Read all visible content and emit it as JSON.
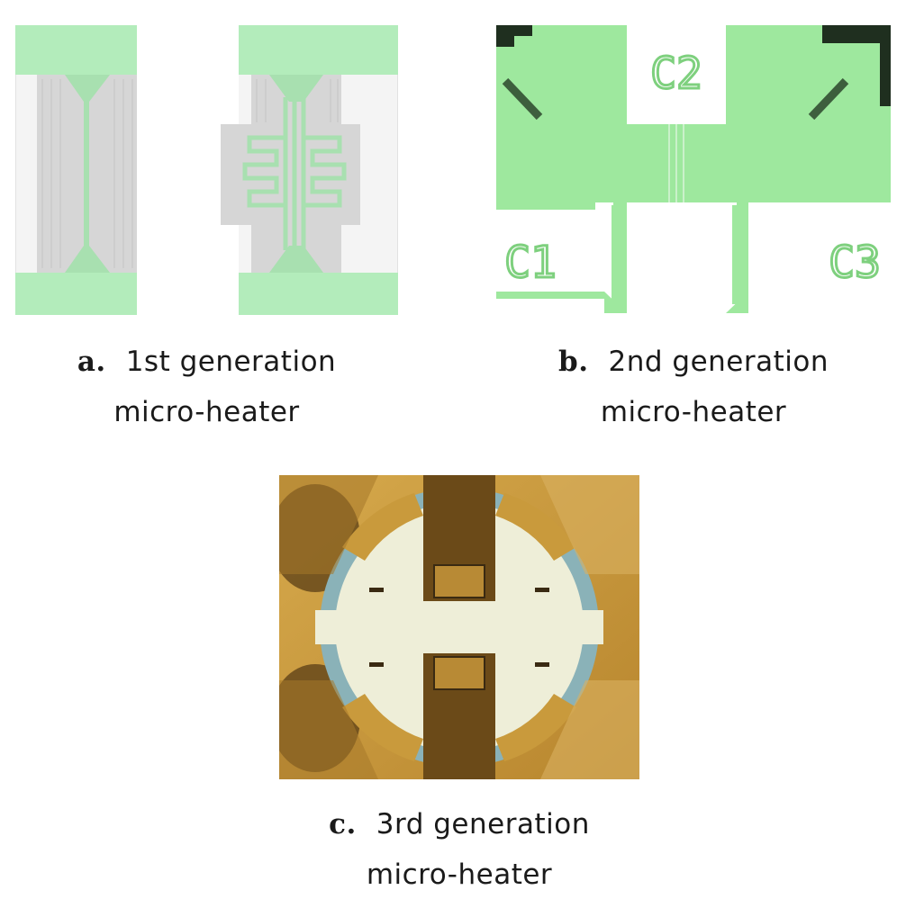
{
  "panels": [
    {
      "letter": "a.",
      "line1": "1st generation",
      "line2": "micro-heater",
      "colors": {
        "green": "#a8e6b0",
        "gray": "#d4d4d4",
        "trace": "#8fd49a"
      }
    },
    {
      "letter": "b.",
      "line1": "2nd generation",
      "line2": "micro-heater",
      "labels": [
        "C2",
        "C1",
        "C3"
      ],
      "colors": {
        "green": "#9ee89e",
        "white": "#ffffff",
        "dark": "#2a3a2a"
      }
    },
    {
      "letter": "c.",
      "line1": "3rd generation",
      "line2": "micro-heater",
      "colors": {
        "gold": "#c99a3c",
        "dark": "#3a2a12",
        "blue": "#8ab2b8",
        "cream": "#eeeed8"
      }
    }
  ]
}
